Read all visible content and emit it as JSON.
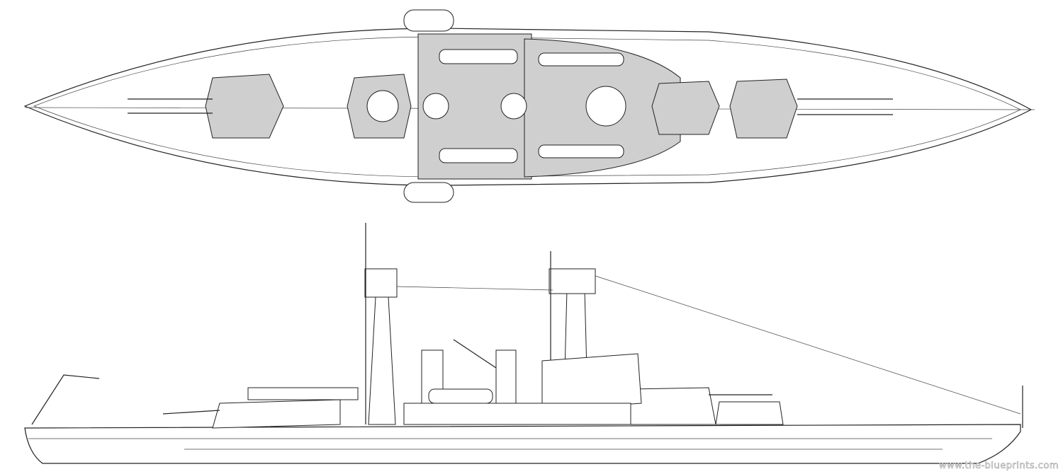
{
  "drawing": {
    "subject": "battleship",
    "views": [
      "top-view",
      "side-view"
    ]
  },
  "watermark": "www.the-blueprints.com"
}
